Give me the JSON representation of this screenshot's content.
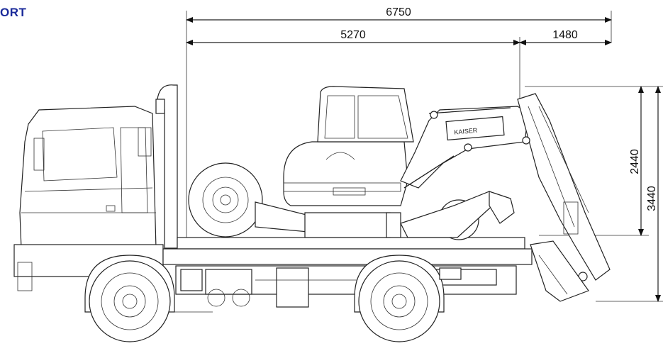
{
  "title": "ORT",
  "dimensions": {
    "overall_length": "6750",
    "bed_length": "5270",
    "overhang": "1480",
    "excavator_height": "2440",
    "total_height": "3440"
  },
  "branding": {
    "excavator_label": "KAISER"
  },
  "colors": {
    "title": "#1a2a9a",
    "line": "#222222"
  }
}
